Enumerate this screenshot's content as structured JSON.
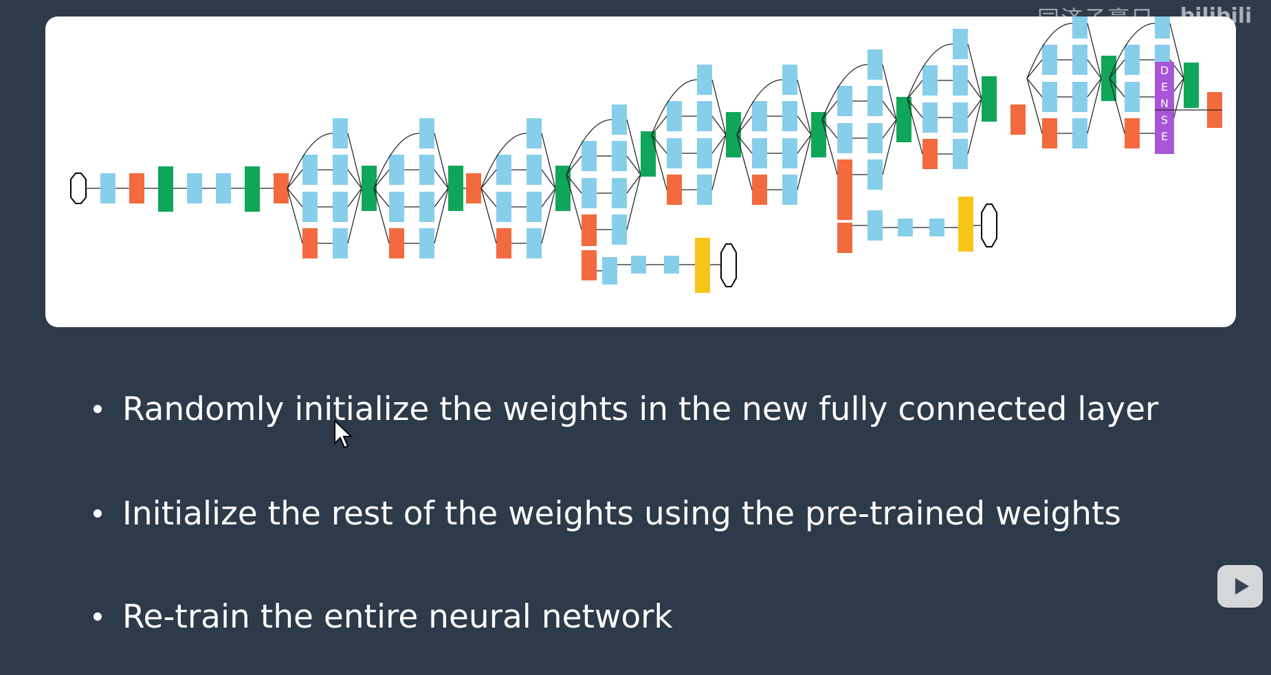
{
  "slide": {
    "watermark": "同济子豪兄",
    "brand": "bilibili",
    "bullets": [
      "Randomly initialize the weights in the new fully connected layer",
      "Initialize the rest of the weights using the pre-trained weights",
      "Re-train the entire neural network"
    ]
  },
  "diagram": {
    "dense_label": "DENSE",
    "colors": {
      "conv": "#87ceeb",
      "pool": "#f26a3d",
      "concat": "#0fa65a",
      "aux": "#f5c518",
      "dense": "#a855d8",
      "edge": "#222222"
    }
  }
}
